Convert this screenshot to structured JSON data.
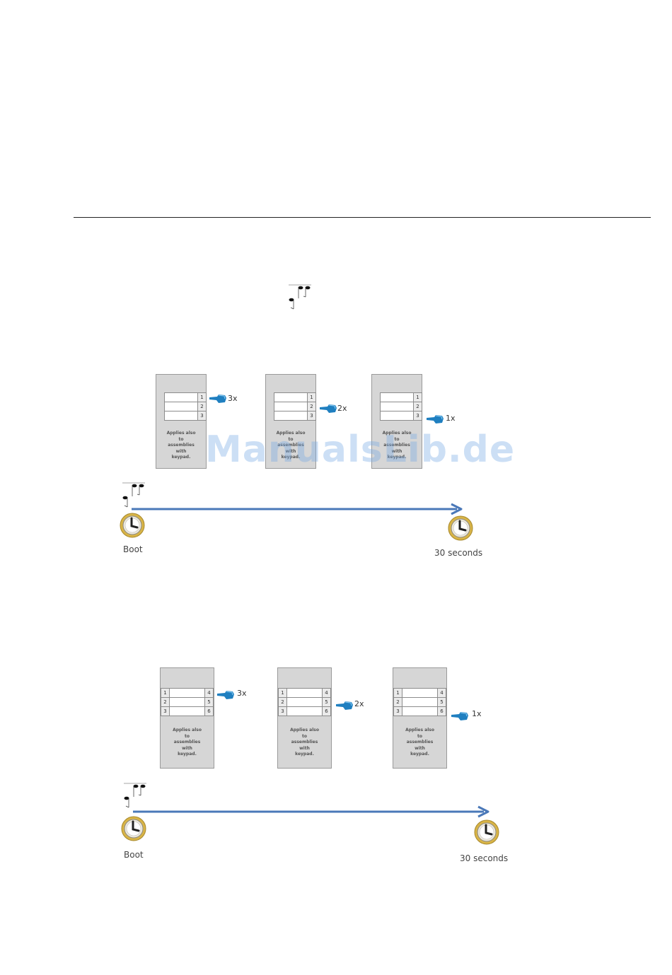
{
  "panel_caption": [
    "Applies also",
    "to",
    "assemblies",
    "with",
    "keypad."
  ],
  "section1": {
    "panels": [
      {
        "press_count": "3x",
        "numbers_right": [
          "1",
          "2",
          "3"
        ]
      },
      {
        "press_count": "2x",
        "numbers_right": [
          "1",
          "2",
          "3"
        ]
      },
      {
        "press_count": "1x",
        "numbers_right": [
          "1",
          "2",
          "3"
        ]
      }
    ],
    "timeline": {
      "start_label": "Boot",
      "end_label": "30 seconds"
    }
  },
  "section2": {
    "panels": [
      {
        "press_count": "3x",
        "numbers_left": [
          "1",
          "2",
          "3"
        ],
        "numbers_right": [
          "4",
          "5",
          "6"
        ]
      },
      {
        "press_count": "2x",
        "numbers_left": [
          "1",
          "2",
          "3"
        ],
        "numbers_right": [
          "4",
          "5",
          "6"
        ]
      },
      {
        "press_count": "1x",
        "numbers_left": [
          "1",
          "2",
          "3"
        ],
        "numbers_right": [
          "4",
          "5",
          "6"
        ]
      }
    ],
    "timeline": {
      "start_label": "Boot",
      "end_label": "30 seconds"
    }
  },
  "colors": {
    "arrow": "#4a78b8",
    "hand": "#1f7fc0",
    "clock_ring": "#d8b447",
    "panel": "#d6d6d6"
  },
  "watermark": "ManualsLib.de"
}
